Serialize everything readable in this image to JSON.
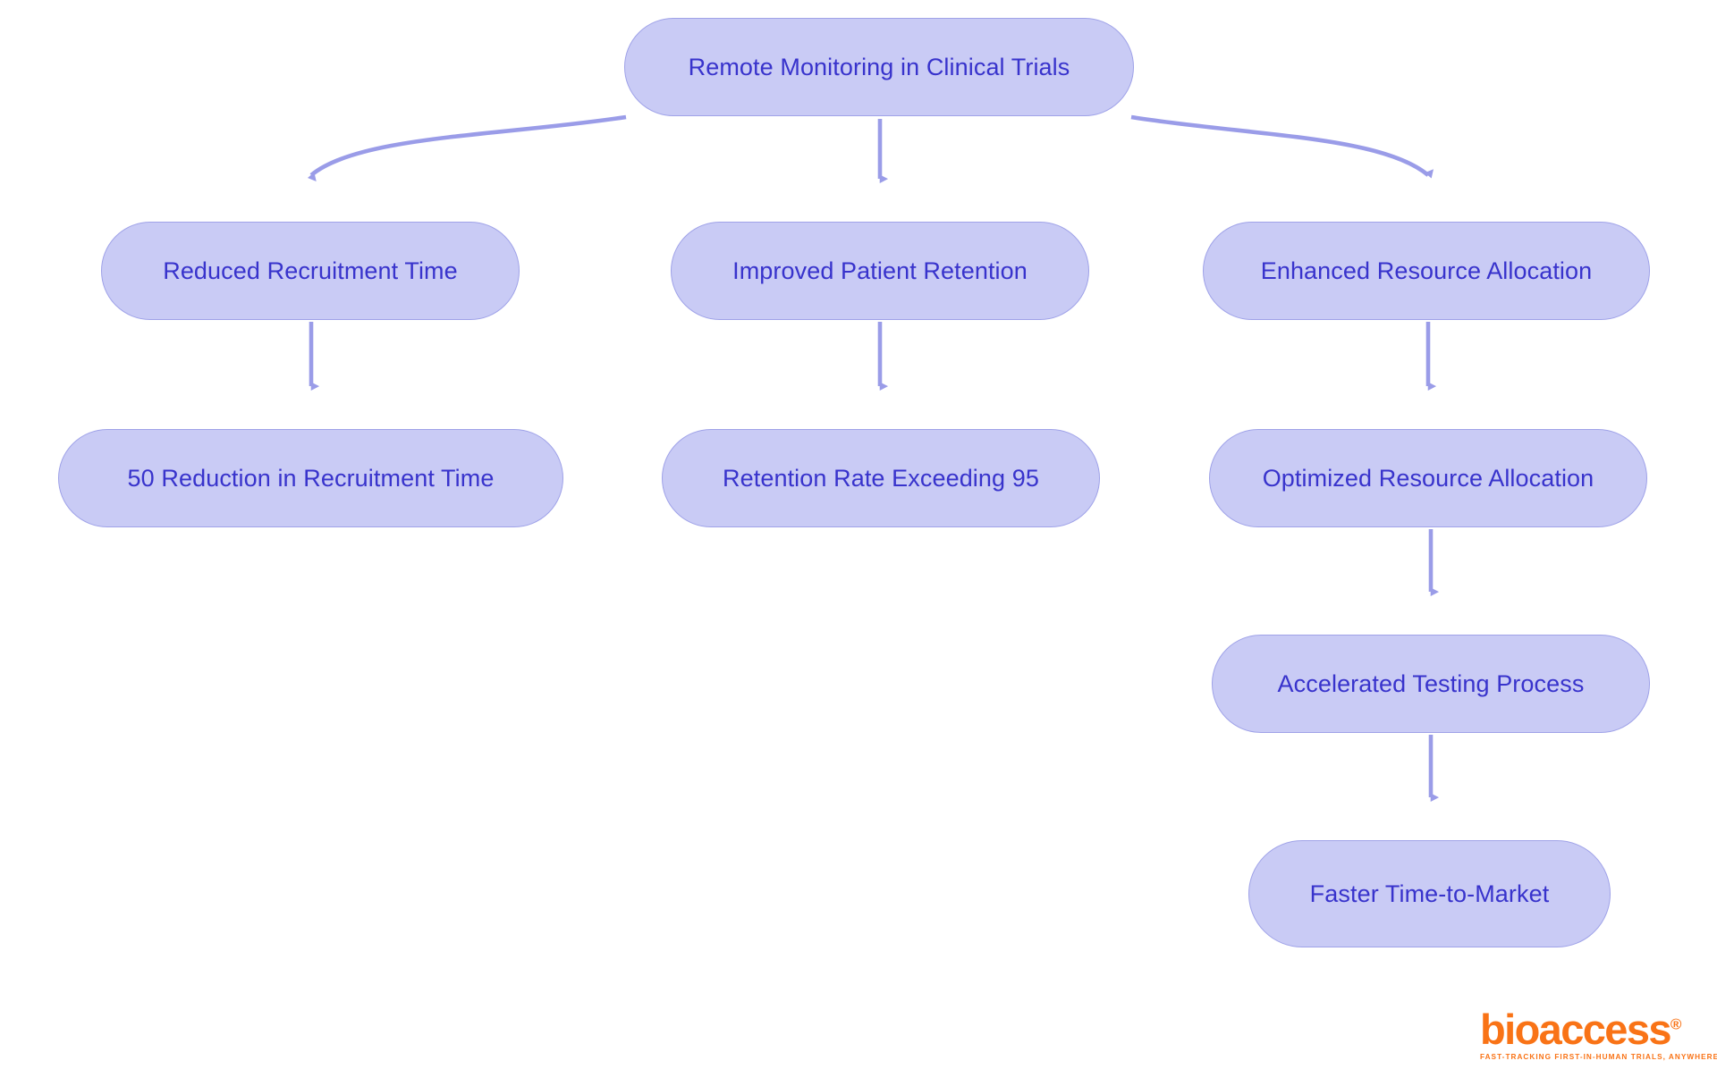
{
  "diagram": {
    "type": "flowchart",
    "title": "Remote Monitoring in Clinical Trials",
    "direction": "top-down",
    "colors": {
      "node_fill": "#c9cbf5",
      "node_border": "#9fa2e8",
      "node_text": "#3833cc",
      "edge": "#9a9ce8",
      "background": "#ffffff",
      "logo": "#f97316"
    },
    "nodes": [
      {
        "id": "root",
        "label": "Remote Monitoring in Clinical Trials"
      },
      {
        "id": "recruit",
        "label": "Reduced Recruitment Time"
      },
      {
        "id": "retention",
        "label": "Improved Patient Retention"
      },
      {
        "id": "resource",
        "label": "Enhanced Resource Allocation"
      },
      {
        "id": "50red",
        "label": "50 Reduction in Recruitment Time"
      },
      {
        "id": "rate95",
        "label": "Retention Rate Exceeding 95"
      },
      {
        "id": "optimized",
        "label": "Optimized Resource Allocation"
      },
      {
        "id": "accelerated",
        "label": "Accelerated Testing Process"
      },
      {
        "id": "faster",
        "label": "Faster Time-to-Market"
      }
    ],
    "edges": [
      {
        "from": "root",
        "to": "recruit",
        "style": "curved"
      },
      {
        "from": "root",
        "to": "retention",
        "style": "straight"
      },
      {
        "from": "root",
        "to": "resource",
        "style": "curved"
      },
      {
        "from": "recruit",
        "to": "50red",
        "style": "straight"
      },
      {
        "from": "retention",
        "to": "rate95",
        "style": "straight"
      },
      {
        "from": "resource",
        "to": "optimized",
        "style": "straight"
      },
      {
        "from": "optimized",
        "to": "accelerated",
        "style": "straight"
      },
      {
        "from": "accelerated",
        "to": "faster",
        "style": "straight"
      }
    ]
  },
  "logo": {
    "wordmark": "bioaccess",
    "registered": "®",
    "tagline": "FAST-TRACKING FIRST-IN-HUMAN TRIALS, ANYWHERE"
  }
}
